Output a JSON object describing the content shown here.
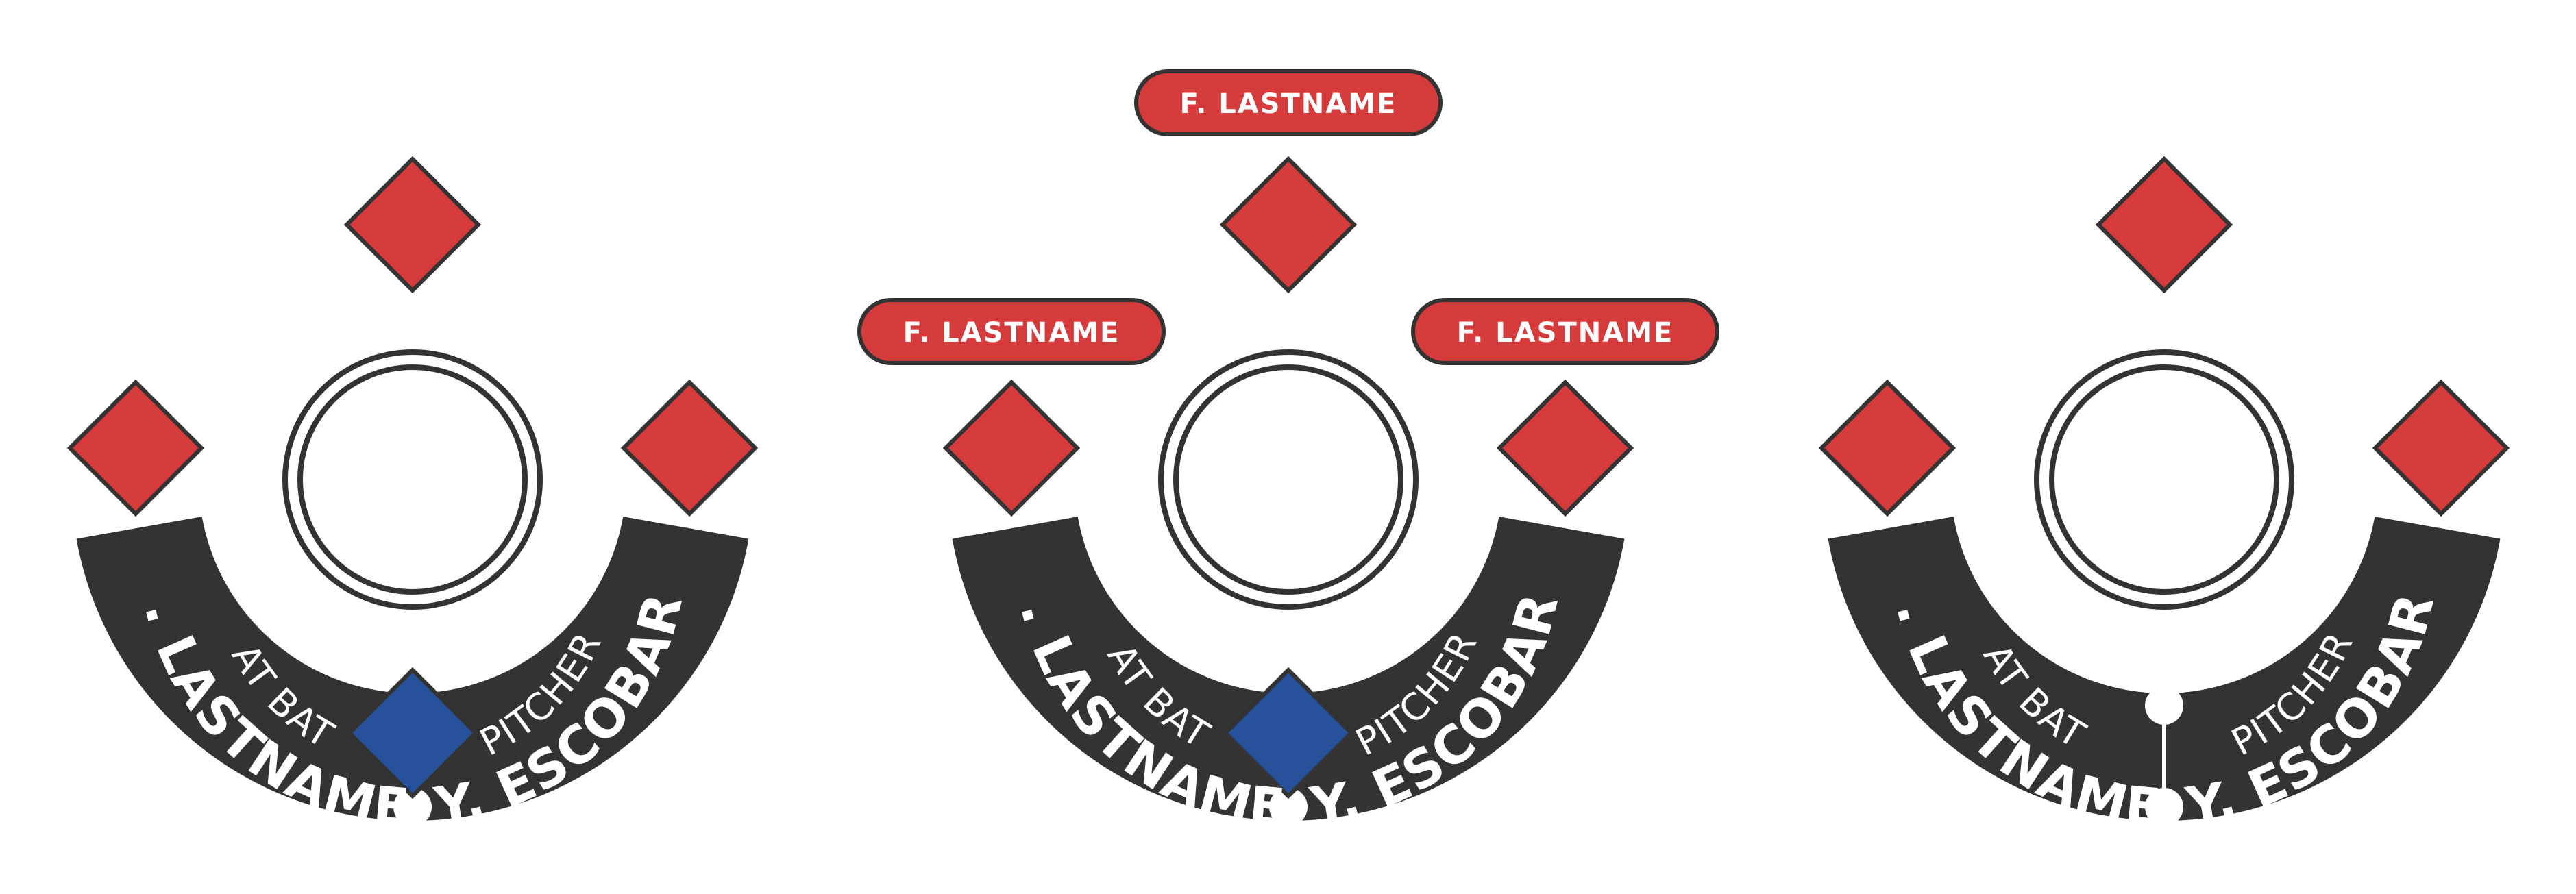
{
  "colors": {
    "arc": "#333333",
    "base_red": "#d63b3c",
    "base_blue": "#27519a",
    "outline": "#333333",
    "ball_ring": "#333333",
    "pill_fill": "#d63b3c",
    "text": "#ffffff"
  },
  "widgets": [
    {
      "at_bat_label": "AT BAT",
      "batter_name": "F. LASTNAME",
      "pitcher_label": "PITCHER",
      "pitcher_name": "Y. ESCOBAR",
      "home_plate": "blue",
      "runners": {
        "first": "",
        "second": "",
        "third": ""
      }
    },
    {
      "at_bat_label": "AT BAT",
      "batter_name": "F. LASTNAME",
      "pitcher_label": "PITCHER",
      "pitcher_name": "Y. ESCOBAR",
      "home_plate": "blue",
      "runners": {
        "first": "F. LASTNAME",
        "second": "F. LASTNAME",
        "third": "F. LASTNAME"
      }
    },
    {
      "at_bat_label": "AT BAT",
      "batter_name": "F. LASTNAME",
      "pitcher_label": "PITCHER",
      "pitcher_name": "Y. ESCOBAR",
      "home_plate": "none",
      "runners": {
        "first": "",
        "second": "",
        "third": ""
      }
    }
  ]
}
